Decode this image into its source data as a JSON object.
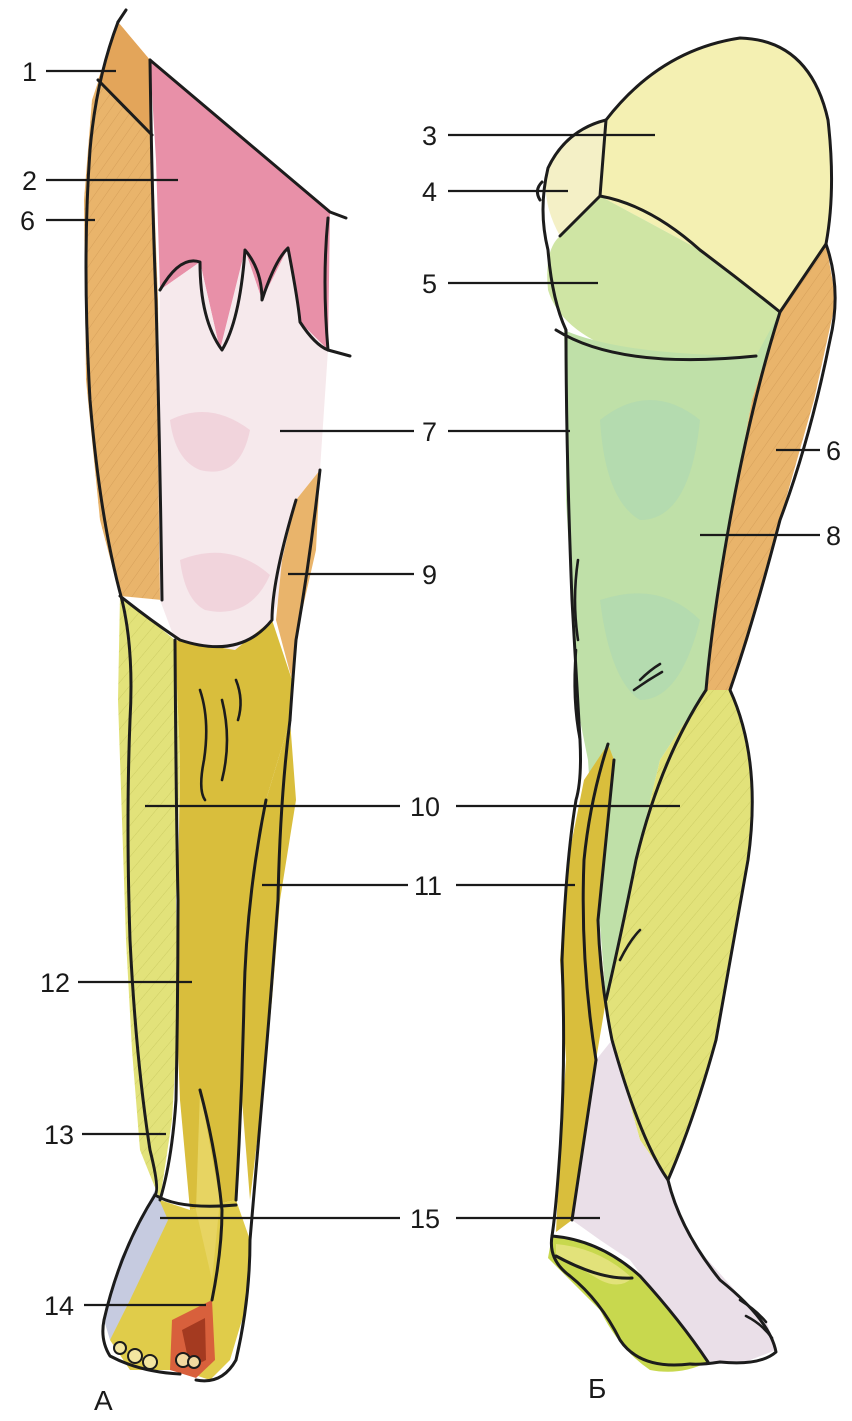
{
  "views": [
    {
      "key": "A",
      "label": "А"
    },
    {
      "key": "B",
      "label": "Б"
    }
  ],
  "callouts": [
    {
      "key": "c1",
      "text": "1"
    },
    {
      "key": "c2",
      "text": "2"
    },
    {
      "key": "c6a",
      "text": "6"
    },
    {
      "key": "c3",
      "text": "3"
    },
    {
      "key": "c4",
      "text": "4"
    },
    {
      "key": "c5",
      "text": "5"
    },
    {
      "key": "c7",
      "text": "7"
    },
    {
      "key": "c6b",
      "text": "6"
    },
    {
      "key": "c8",
      "text": "8"
    },
    {
      "key": "c9",
      "text": "9"
    },
    {
      "key": "c10",
      "text": "10"
    },
    {
      "key": "c11",
      "text": "11"
    },
    {
      "key": "c12",
      "text": "12"
    },
    {
      "key": "c13",
      "text": "13"
    },
    {
      "key": "c15",
      "text": "15"
    },
    {
      "key": "c14",
      "text": "14"
    }
  ],
  "colors": {
    "lateral_cutaneous_orange": "#e9b46b",
    "genital_pink": "#e890a8",
    "anterior_white": "#f6e9ec",
    "saphenous_yellow": "#d9be3c",
    "peroneal_lime": "#e2e27a",
    "gluteal_cream": "#f4f0b2",
    "posterior_green": "#bfe0a8",
    "sural_lavender": "#eadfe8",
    "plantar_green": "#c8d84e",
    "foot_blue": "#c6cbe0",
    "toe_red": "#d8603c",
    "outline": "#1c1c1c"
  }
}
